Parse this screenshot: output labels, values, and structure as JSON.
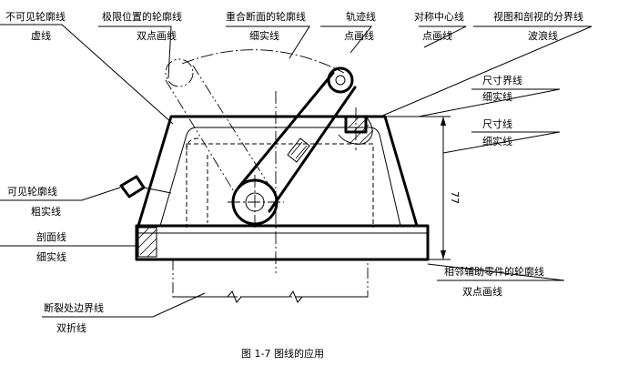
{
  "labels": {
    "invisible_outline": "不可见轮廓线",
    "dashed_line": "虚线",
    "extreme_position": "极限位置的轮廓线",
    "double_dot_line_1": "双点画线",
    "coincident_section": "重合断面的轮廓线",
    "thin_solid_1": "细实线",
    "trajectory_line": "轨迹线",
    "dot_dash_1": "点画线",
    "symmetry_centerline": "对称中心线",
    "dot_dash_2": "点画线",
    "view_section_boundary": "视图和剖视的分界线",
    "wavy_line": "波浪线",
    "extension_line": "尺寸界线",
    "thin_solid_2": "细实线",
    "dimension_line": "尺寸线",
    "thin_solid_3": "细实线",
    "visible_outline": "可见轮廓线",
    "thick_solid": "粗实线",
    "section_line": "剖面线",
    "thin_solid_4": "细实线",
    "adjacent_part": "相邻辅助零件的轮廓线",
    "double_dot_line_2": "双点画线",
    "break_boundary": "断裂处边界线",
    "double_break_line": "双折线"
  },
  "dimension_value": "77",
  "caption": "图 1-7   图线的应用"
}
